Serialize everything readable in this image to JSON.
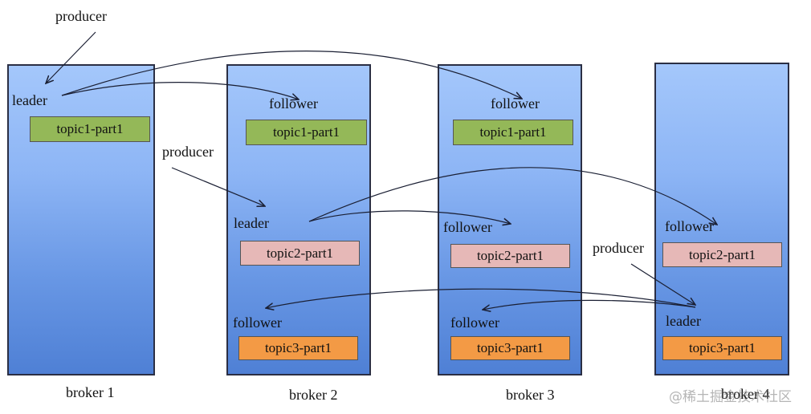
{
  "brokers": [
    {
      "label": "broker 1"
    },
    {
      "label": "broker 2"
    },
    {
      "label": "broker 3"
    },
    {
      "label": "broker 4"
    }
  ],
  "roles": {
    "producer": "producer",
    "leader": "leader",
    "follower": "follower"
  },
  "partitions": {
    "topic1": "topic1-part1",
    "topic2": "topic2-part1",
    "topic3": "topic3-part1"
  },
  "colors": {
    "topic1": "#94b858",
    "topic2": "#e6b8b7",
    "topic3": "#f39a45"
  },
  "watermark": "@稀土掘金技术社区"
}
